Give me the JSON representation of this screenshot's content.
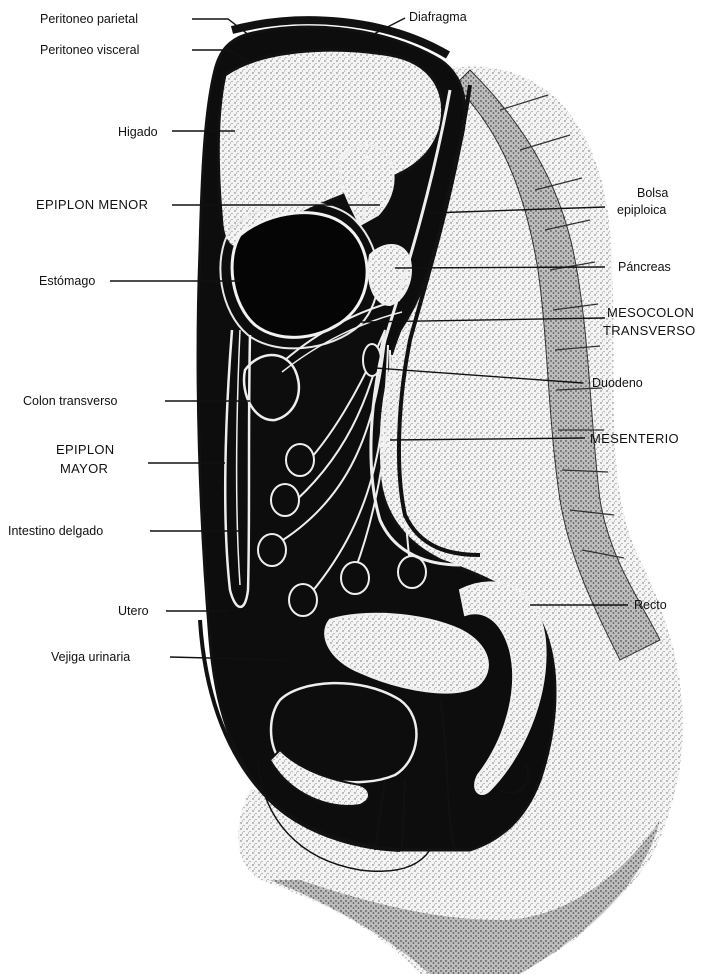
{
  "labels": {
    "peritoneo_parietal": "Peritoneo parietal",
    "diafragma": "Diafragma",
    "peritoneo_visceral": "Peritoneo visceral",
    "higado": "Higado",
    "epiplon_menor": "EPIPLON MENOR",
    "bolsa_epiploica_1": "Bolsa",
    "bolsa_epiploica_2": "epiploica",
    "estomago": "Estómago",
    "pancreas": "Páncreas",
    "mesocolon_1": "MESOCOLON",
    "mesocolon_2": "TRANSVERSO",
    "colon_transverso": "Colon transverso",
    "duodeno": "Duodeno",
    "epiplon_mayor_1": "EPIPLON",
    "epiplon_mayor_2": "MAYOR",
    "mesenterio": "MESENTERIO",
    "intestino_delgado": "Intestino delgado",
    "recto": "Recto",
    "utero": "Utero",
    "vejiga_urinaria": "Vejiga urinaria"
  },
  "colors": {
    "ink": "#111111",
    "stipple": "#555555",
    "cavity": "#0d0d0d",
    "pale": "#ededed"
  }
}
